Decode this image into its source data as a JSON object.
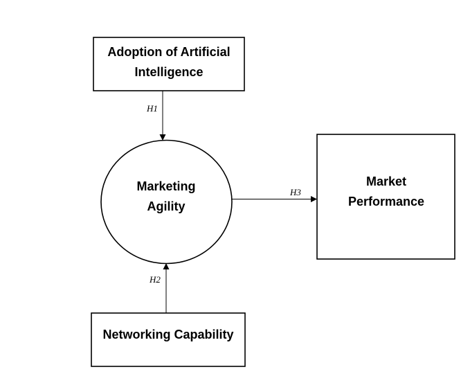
{
  "nodes": {
    "ai_adoption": {
      "line1": "Adoption of Artificial",
      "line2": "Intelligence"
    },
    "marketing_agility": {
      "line1": "Marketing",
      "line2": "Agility"
    },
    "market_performance": {
      "line1": "Market",
      "line2": "Performance"
    },
    "networking_capability": {
      "line1": "Networking Capability"
    }
  },
  "hypotheses": {
    "h1": "H1",
    "h2": "H2",
    "h3": "H3"
  }
}
